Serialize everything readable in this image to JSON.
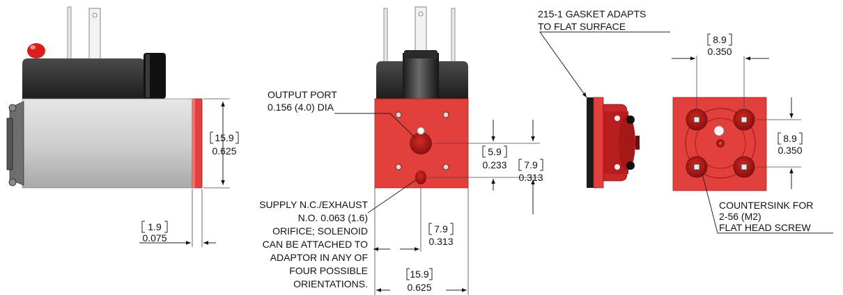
{
  "labels": {
    "output_port": [
      "OUTPUT PORT",
      "0.156 (4.0) DIA"
    ],
    "supply": [
      "SUPPLY N.C./EXHAUST",
      "N.O. 0.063 (1.6)",
      "ORIFICE; SOLENOID",
      "CAN BE ATTACHED TO",
      "ADAPTOR IN ANY OF",
      "FOUR POSSIBLE",
      "ORIENTATIONS."
    ],
    "gasket": [
      "215-1 GASKET ADAPTS",
      "TO FLAT SURFACE"
    ],
    "countersink": [
      "COUNTERSINK FOR",
      "2-56 (M2)",
      "FLAT HEAD SCREW"
    ]
  },
  "dimensions": {
    "height_side": {
      "mm": "15.9",
      "in": "0.625"
    },
    "gasket_thickness": {
      "mm": "1.9",
      "in": "0.075"
    },
    "port_offset": {
      "mm": "5.9",
      "in": "0.233"
    },
    "port_spacing_v": {
      "mm": "7.9",
      "in": "0.313"
    },
    "port_spacing_h": {
      "mm": "7.9",
      "in": "0.313"
    },
    "width_front": {
      "mm": "15.9",
      "in": "0.625"
    },
    "hole_spacing_h": {
      "mm": "8.9",
      "in": "0.350"
    },
    "hole_spacing_v": {
      "mm": "8.9",
      "in": "0.350"
    }
  },
  "colors": {
    "red_block": "#e2403c",
    "dark_red": "#b81d1d",
    "body_black": "#2a2a2a",
    "body_gray": "#cfcfcf"
  }
}
